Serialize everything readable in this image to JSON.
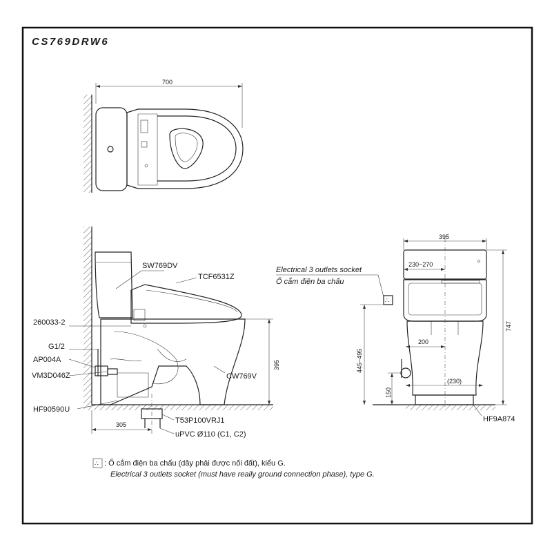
{
  "model_title": "CS769DRW6",
  "dimensions": {
    "top_width": "700",
    "side_height": "395",
    "side_offset": "305",
    "front_width": "395",
    "front_range": "230~270",
    "front_200": "200",
    "front_230": "(230)",
    "front_height_range": "445~495",
    "front_150": "150",
    "front_total_height": "747"
  },
  "parts": {
    "tank": "SW769DV",
    "seat": "TCF6531Z",
    "bowl": "CW769V",
    "part_260033": "260033-2",
    "g12": "G1/2",
    "ap004a": "AP004A",
    "vm3d": "VM3D046Z",
    "hf90590u": "HF90590U",
    "t53p": "T53P100VRJ1",
    "upvc": "uPVC Ø110 (C1, C2)",
    "hf9a874": "HF9A874"
  },
  "socket_label": {
    "line1": "Electrical 3 outlets socket",
    "line2": "Ổ cắm điện ba chấu"
  },
  "note": {
    "symbol_suffix": ": Ổ cắm điện ba chấu (dây phải được nối đất), kiểu G.",
    "line2": "Electrical 3 outlets socket (must have reaily ground connection phase), type G."
  }
}
